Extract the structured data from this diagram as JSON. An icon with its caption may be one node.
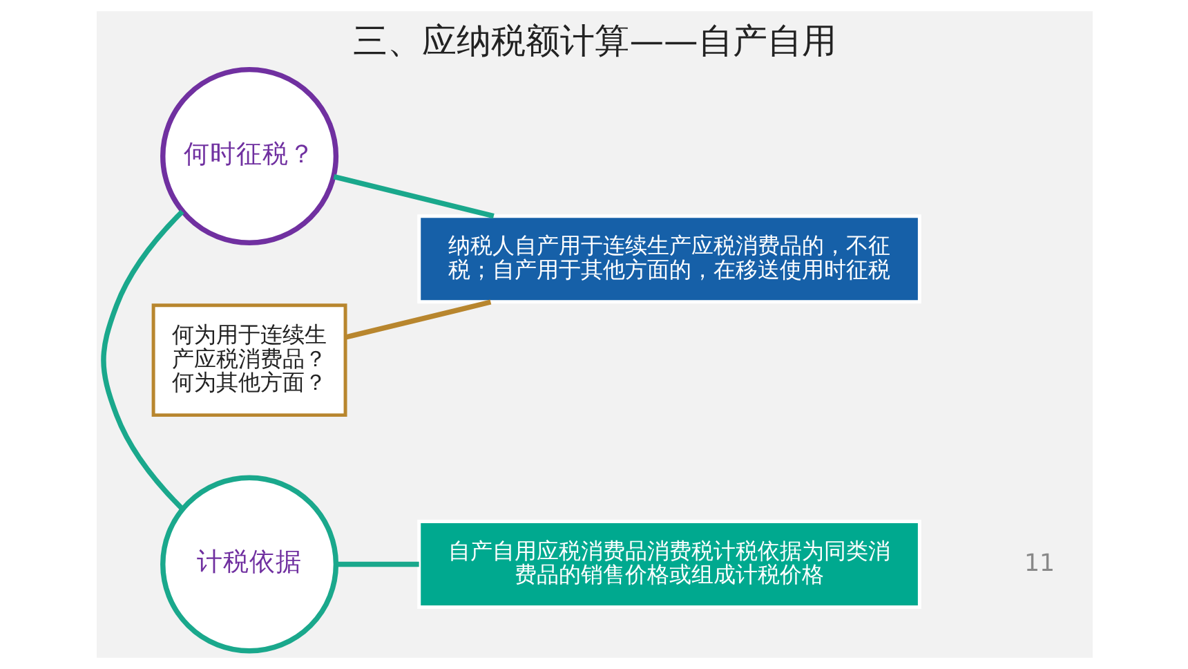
{
  "diagram": {
    "title": "三、应纳税额计算——自产自用",
    "nodes": [
      {
        "text": [
          "何时征税？"
        ]
      },
      {
        "text": [
          "纳税人自产用于连续生产应税消费品的，不征税；自产用于其他方面的，在移送使用时征税"
        ]
      },
      {
        "text": [
          "何为用于连续生产应税消费品？何为其他方面？"
        ]
      },
      {
        "text": [
          "计税依据"
        ]
      },
      {
        "text": [
          "自产自用应税消费品消费税计税依据为同类消费品的销售价格或组成计税价格"
        ]
      }
    ],
    "edges": [
      {
        "from": 0,
        "to": 1,
        "arrow": "none",
        "color": "#1aa88c"
      },
      {
        "from": 2,
        "to": 1,
        "arrow": "none",
        "color": "#b8862e"
      },
      {
        "from": 0,
        "to": 3,
        "arrow": "none",
        "color": "#1aa88c"
      },
      {
        "from": 3,
        "to": 4,
        "arrow": "none",
        "color": "#1aa88c"
      }
    ],
    "labels": [
      "11"
    ]
  }
}
